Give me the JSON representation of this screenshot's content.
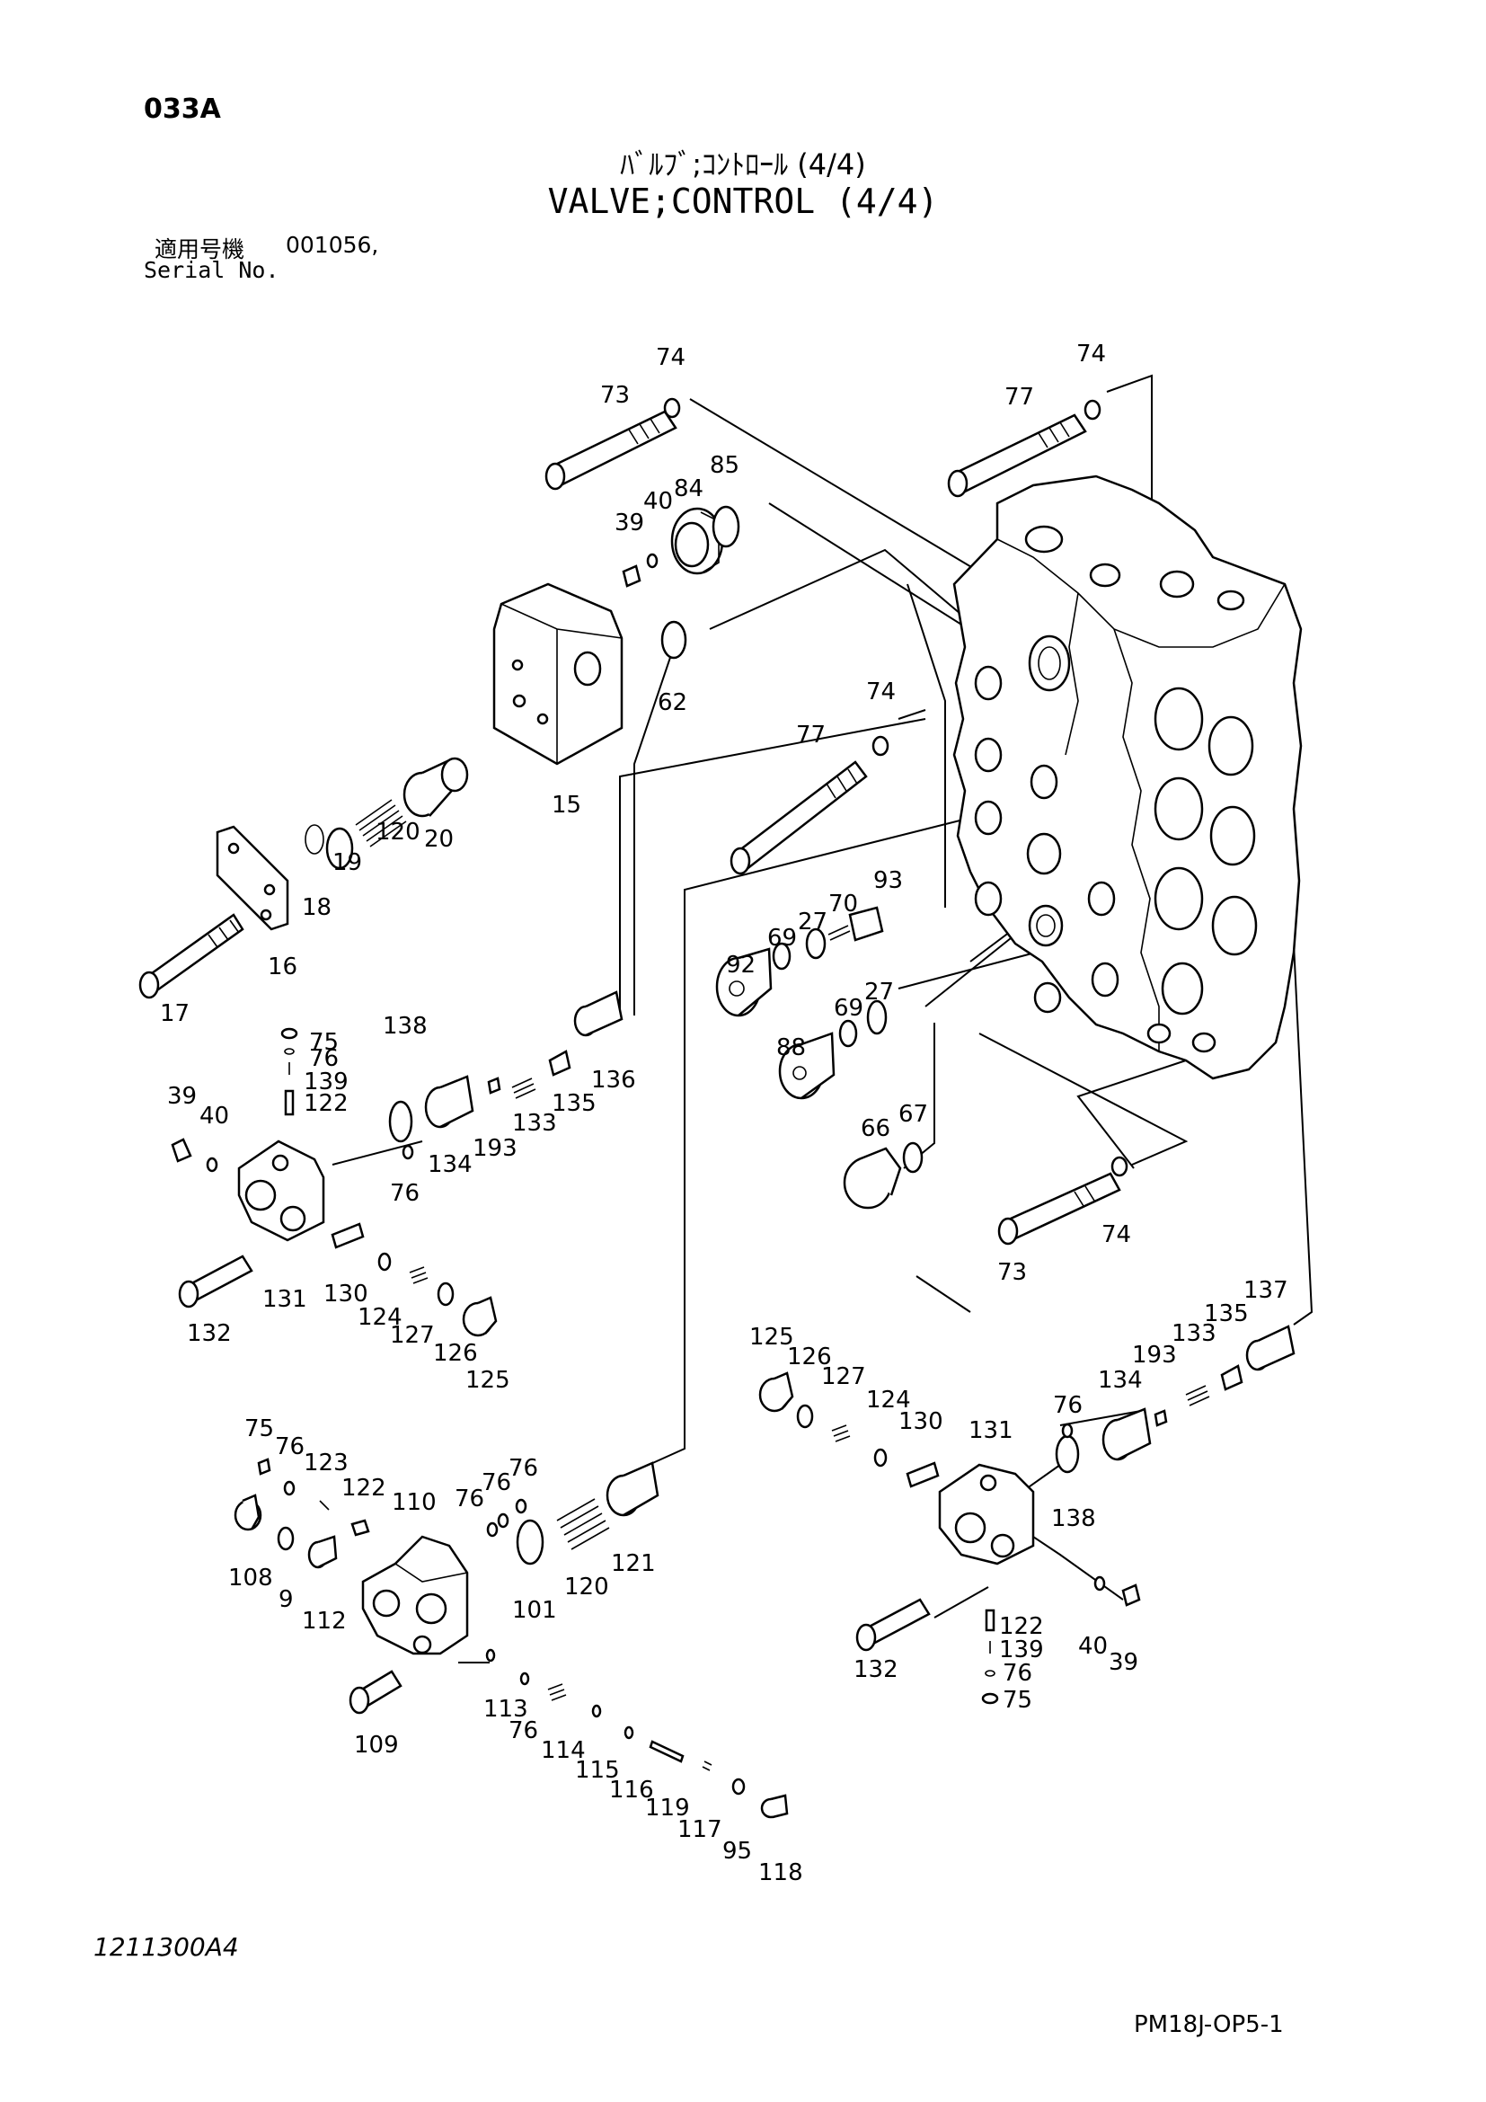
{
  "header": {
    "page_code": "033A",
    "title_jp": "ﾊﾞﾙﾌﾞ;ｺﾝﾄﾛｰﾙ (4/4)",
    "title_en": "VALVE;CONTROL (4/4)",
    "serial_label_jp": "適用号機",
    "serial_value": "001056,",
    "serial_label_en": "Serial No."
  },
  "footer": {
    "figure_code": "1211300A4",
    "sheet_code": "PM18J-OP5-1"
  },
  "parts": [
    {
      "id": "p0",
      "label": "73"
    },
    {
      "id": "p1",
      "label": "74"
    },
    {
      "id": "p2",
      "label": "77"
    },
    {
      "id": "p3",
      "label": "74"
    },
    {
      "id": "p4",
      "label": "39"
    },
    {
      "id": "p5",
      "label": "40"
    },
    {
      "id": "p6",
      "label": "84"
    },
    {
      "id": "p7",
      "label": "85"
    },
    {
      "id": "p8",
      "label": "62"
    },
    {
      "id": "p9",
      "label": "15"
    },
    {
      "id": "p10",
      "label": "20"
    },
    {
      "id": "p11",
      "label": "120"
    },
    {
      "id": "p12",
      "label": "19"
    },
    {
      "id": "p13",
      "label": "18"
    },
    {
      "id": "p14",
      "label": "16"
    },
    {
      "id": "p15",
      "label": "17"
    },
    {
      "id": "p16",
      "label": "77"
    },
    {
      "id": "p17",
      "label": "74"
    },
    {
      "id": "p18",
      "label": "93"
    },
    {
      "id": "p19",
      "label": "70"
    },
    {
      "id": "p20",
      "label": "27"
    },
    {
      "id": "p21",
      "label": "69"
    },
    {
      "id": "p22",
      "label": "92"
    },
    {
      "id": "p23",
      "label": "69"
    },
    {
      "id": "p24",
      "label": "27"
    },
    {
      "id": "p25",
      "label": "88"
    },
    {
      "id": "p26",
      "label": "66"
    },
    {
      "id": "p27",
      "label": "67"
    },
    {
      "id": "p28",
      "label": "74"
    },
    {
      "id": "p29",
      "label": "73"
    },
    {
      "id": "p30",
      "label": "75"
    },
    {
      "id": "p31",
      "label": "76"
    },
    {
      "id": "p32",
      "label": "139"
    },
    {
      "id": "p33",
      "label": "122"
    },
    {
      "id": "p34",
      "label": "39"
    },
    {
      "id": "p35",
      "label": "40"
    },
    {
      "id": "p36",
      "label": "138"
    },
    {
      "id": "p37",
      "label": "76"
    },
    {
      "id": "p38",
      "label": "134"
    },
    {
      "id": "p39",
      "label": "193"
    },
    {
      "id": "p40",
      "label": "133"
    },
    {
      "id": "p41",
      "label": "135"
    },
    {
      "id": "p42",
      "label": "136"
    },
    {
      "id": "p43",
      "label": "132"
    },
    {
      "id": "p44",
      "label": "131"
    },
    {
      "id": "p45",
      "label": "130"
    },
    {
      "id": "p46",
      "label": "124"
    },
    {
      "id": "p47",
      "label": "127"
    },
    {
      "id": "p48",
      "label": "126"
    },
    {
      "id": "p49",
      "label": "125"
    },
    {
      "id": "p50",
      "label": "125"
    },
    {
      "id": "p51",
      "label": "126"
    },
    {
      "id": "p52",
      "label": "127"
    },
    {
      "id": "p53",
      "label": "124"
    },
    {
      "id": "p54",
      "label": "130"
    },
    {
      "id": "p55",
      "label": "131"
    },
    {
      "id": "p56",
      "label": "76"
    },
    {
      "id": "p57",
      "label": "134"
    },
    {
      "id": "p58",
      "label": "193"
    },
    {
      "id": "p59",
      "label": "133"
    },
    {
      "id": "p60",
      "label": "135"
    },
    {
      "id": "p61",
      "label": "137"
    },
    {
      "id": "p62",
      "label": "138"
    },
    {
      "id": "p63",
      "label": "132"
    },
    {
      "id": "p64",
      "label": "122"
    },
    {
      "id": "p65",
      "label": "139"
    },
    {
      "id": "p66",
      "label": "76"
    },
    {
      "id": "p67",
      "label": "75"
    },
    {
      "id": "p68",
      "label": "40"
    },
    {
      "id": "p69",
      "label": "39"
    },
    {
      "id": "p70",
      "label": "75"
    },
    {
      "id": "p71",
      "label": "76"
    },
    {
      "id": "p72",
      "label": "123"
    },
    {
      "id": "p73",
      "label": "122"
    },
    {
      "id": "p74",
      "label": "110"
    },
    {
      "id": "p75",
      "label": "76"
    },
    {
      "id": "p76",
      "label": "76"
    },
    {
      "id": "p77",
      "label": "76"
    },
    {
      "id": "p78",
      "label": "108"
    },
    {
      "id": "p79",
      "label": "9"
    },
    {
      "id": "p80",
      "label": "112"
    },
    {
      "id": "p81",
      "label": "101"
    },
    {
      "id": "p82",
      "label": "120"
    },
    {
      "id": "p83",
      "label": "121"
    },
    {
      "id": "p84",
      "label": "109"
    },
    {
      "id": "p85",
      "label": "113"
    },
    {
      "id": "p86",
      "label": "76"
    },
    {
      "id": "p87",
      "label": "114"
    },
    {
      "id": "p88",
      "label": "115"
    },
    {
      "id": "p89",
      "label": "116"
    },
    {
      "id": "p90",
      "label": "119"
    },
    {
      "id": "p91",
      "label": "117"
    },
    {
      "id": "p92",
      "label": "95"
    },
    {
      "id": "p93",
      "label": "118"
    }
  ]
}
